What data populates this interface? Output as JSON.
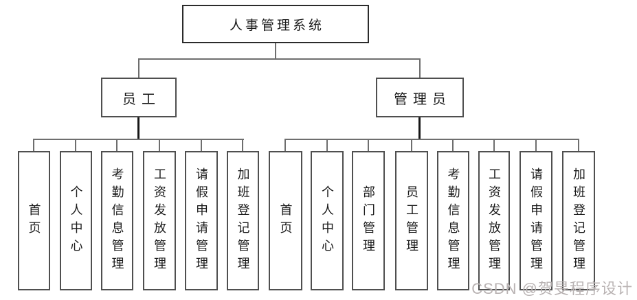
{
  "diagram": {
    "title": "人事管理系统",
    "root": {
      "label": "人事管理系统"
    },
    "branches": [
      {
        "label": "员工",
        "children": [
          "首页",
          "个人中心",
          "考勤信息管理",
          "工资发放管理",
          "请假申请管理",
          "加班登记管理"
        ]
      },
      {
        "label": "管理员",
        "children": [
          "首页",
          "个人中心",
          "部门管理",
          "员工管理",
          "考勤信息管理",
          "工资发放管理",
          "请假申请管理",
          "加班登记管理"
        ]
      }
    ]
  },
  "watermark": {
    "text": "CSDN @贺旻程序设计"
  },
  "colors": {
    "background": "#ffffff",
    "box_border": "#4f4f4f",
    "root_border": "#2b2b2b",
    "connector": "#6e6e6e",
    "connector_emphasis": "#161616",
    "text": "#1a1a1a",
    "watermark": "#b9b3b3"
  }
}
